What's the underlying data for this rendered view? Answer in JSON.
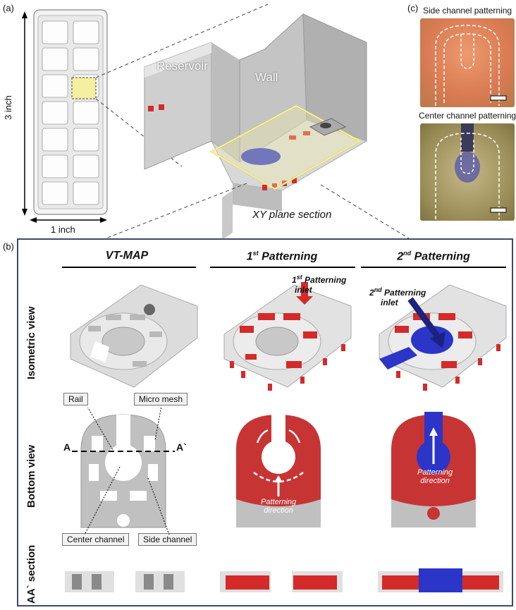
{
  "panel_a": {
    "tag": "(a)",
    "dim_vertical": "3 inch",
    "dim_horizontal": "1 inch",
    "label_reservoir": "Reservoir",
    "label_wall": "Wall",
    "label_xy": "XY plane section"
  },
  "panel_c": {
    "tag": "(c)",
    "label_side": "Side channel patterning",
    "label_center": "Center channel patterning"
  },
  "panel_b": {
    "tag": "(b)",
    "col1": "VT-MAP",
    "col2_main": "1",
    "col2_sup": "st",
    "col2_rest": " Patterning",
    "col3_main": "2",
    "col3_sup": "nd",
    "col3_rest": " Patterning",
    "row1": "Isometric view",
    "row2": "Bottom view",
    "row3": "AA` section",
    "inlet1_main": "1",
    "inlet1_sup": "st",
    "inlet1_rest": " Patterning",
    "inlet1_line2": "inlet",
    "inlet2_main": "2",
    "inlet2_sup": "nd",
    "inlet2_rest": " Patterning",
    "inlet2_line2": "inlet",
    "callout_rail": "Rail",
    "callout_micromesh": "Micro mesh",
    "callout_center": "Center channel",
    "callout_side": "Side channel",
    "section_a": "A",
    "section_a2": "A`",
    "patterning_dir_1": "Patterning",
    "patterning_dir_2": "direction"
  },
  "colors": {
    "red": "#d42a2a",
    "blue": "#2b35c7",
    "grey": "#c8c8c8",
    "frame": "#3b4a6b"
  }
}
